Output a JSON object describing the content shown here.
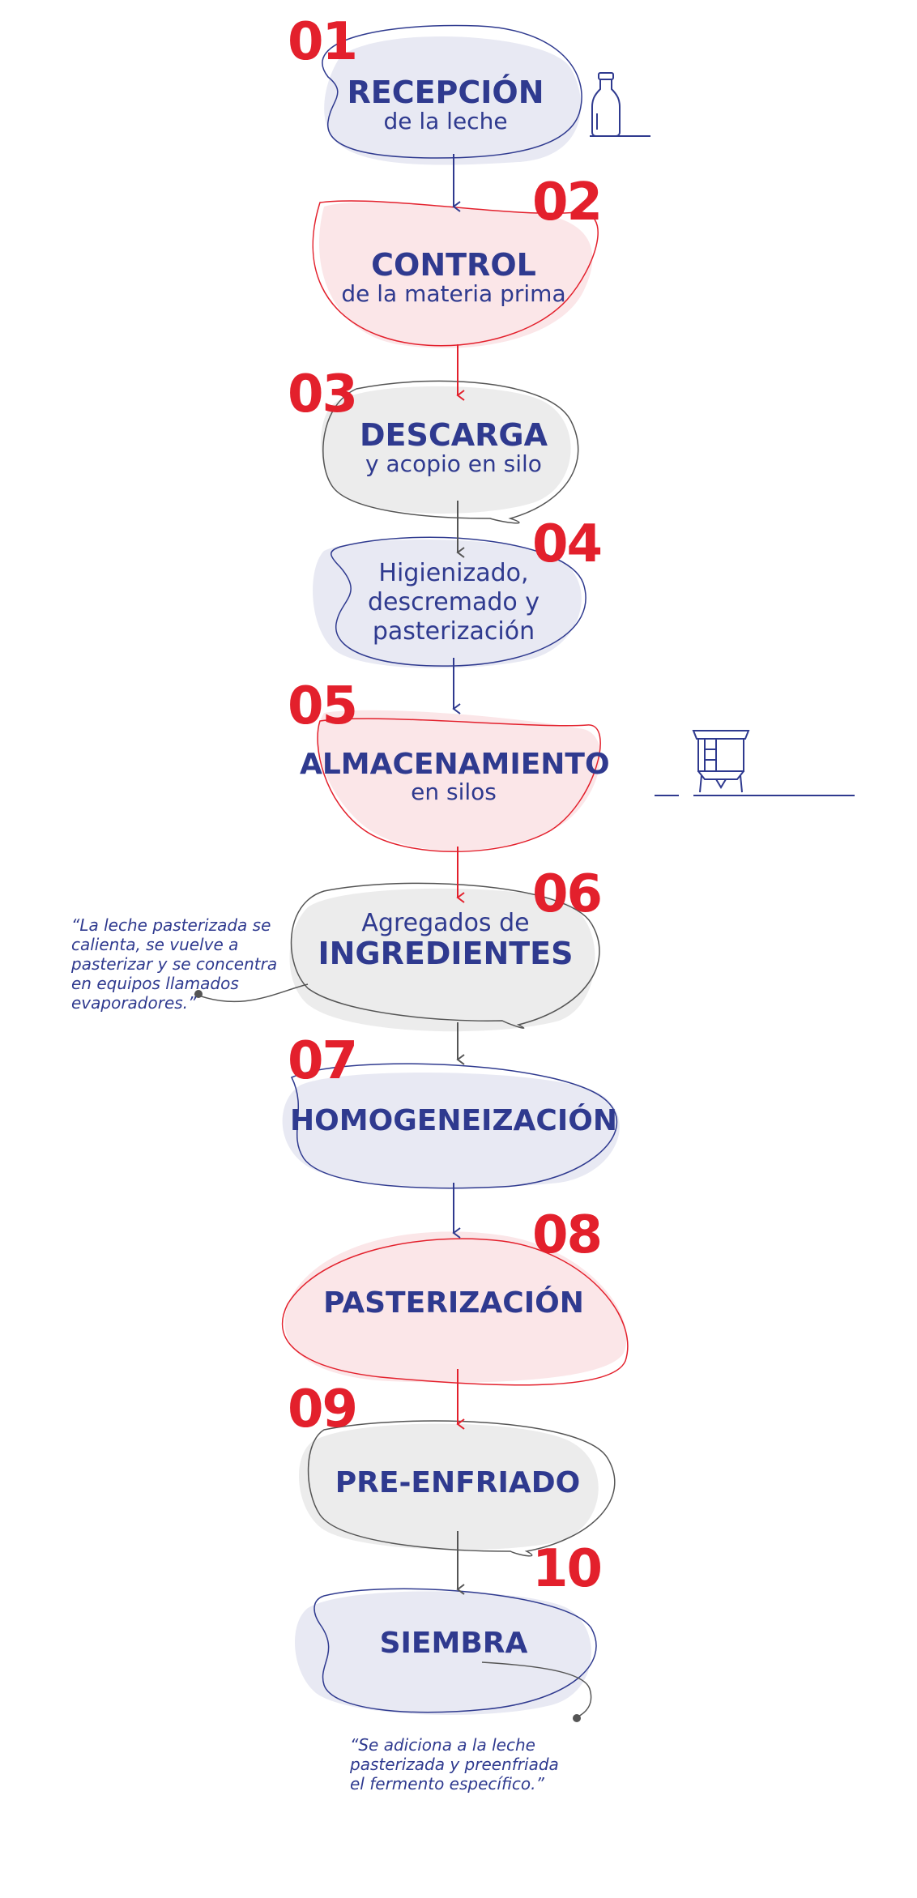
{
  "colors": {
    "navy": "#2f3a8f",
    "red": "#e3202c",
    "lavender": "#e8e9f3",
    "pink": "#fbe6e8",
    "gray": "#ececec"
  },
  "steps": [
    {
      "number": "01",
      "title": "RECEPCIÓN",
      "subtitle": "de la leche",
      "icon": "milk-bottle-icon"
    },
    {
      "number": "02",
      "title": "CONTROL",
      "subtitle": "de la materia prima"
    },
    {
      "number": "03",
      "title": "DESCARGA",
      "subtitle": "y acopio en silo"
    },
    {
      "number": "04",
      "line1": "Higienizado,",
      "line2": "descremado y",
      "line3": "pasterización"
    },
    {
      "number": "05",
      "title": "ALMACENAMIENTO",
      "subtitle": "en silos",
      "icon": "silo-tank-icon"
    },
    {
      "number": "06",
      "pre": "Agregados de",
      "title": "INGREDIENTES"
    },
    {
      "number": "07",
      "title": "HOMOGENEIZACIÓN"
    },
    {
      "number": "08",
      "title": "PASTERIZACIÓN"
    },
    {
      "number": "09",
      "title": "PRE-ENFRIADO"
    },
    {
      "number": "10",
      "title": "SIEMBRA"
    }
  ],
  "notes": {
    "ingredients": [
      "“La leche pasterizada se",
      "calienta,  se vuelve a",
      "pasterizar y se  concentra",
      "en equipos  llamados",
      "evaporadores.”"
    ],
    "siembra": [
      "“Se adiciona a la leche",
      "pasterizada y preenfriada",
      "el fermento específico.”"
    ]
  }
}
